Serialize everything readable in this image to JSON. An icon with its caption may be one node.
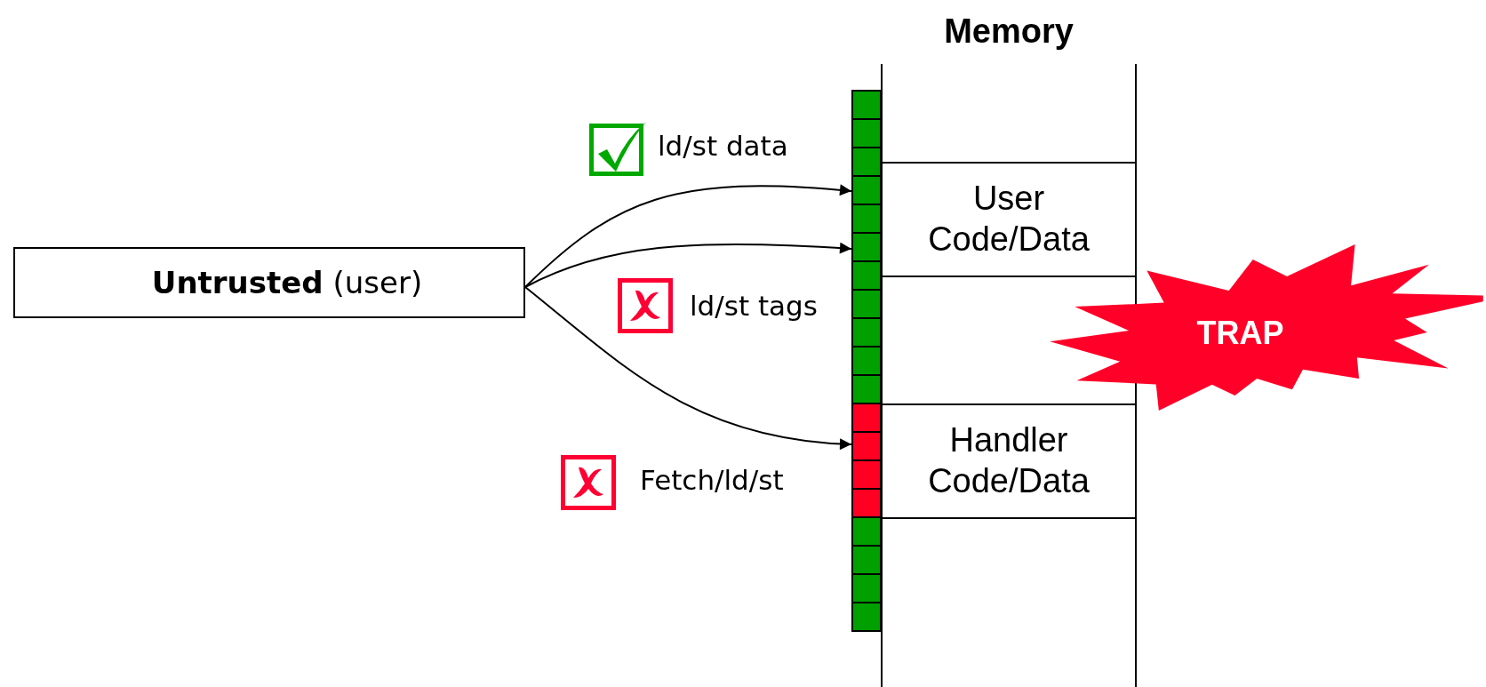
{
  "diagram": {
    "nodes": [
      {
        "text": [
          "**Untrusted** (user)"
        ]
      },
      {
        "text": [],
        "shape": "bar"
      },
      {
        "text": [
          "Memory"
        ]
      },
      {
        "text": [
          "User Code/Data"
        ],
        "in": 2
      },
      {
        "text": [
          "Handler Code/Data"
        ],
        "in": 2
      },
      {
        "text": [
          "TRAP"
        ]
      }
    ],
    "edges": [
      {
        "from": 0,
        "to": 1,
        "arrow": "to",
        "label": "ld/st data"
      },
      {
        "from": 0,
        "to": 1,
        "arrow": "to",
        "label": "ld/st tags"
      },
      {
        "from": 0,
        "to": 1,
        "arrow": "to",
        "label": "Fetch/ld/st"
      }
    ]
  }
}
